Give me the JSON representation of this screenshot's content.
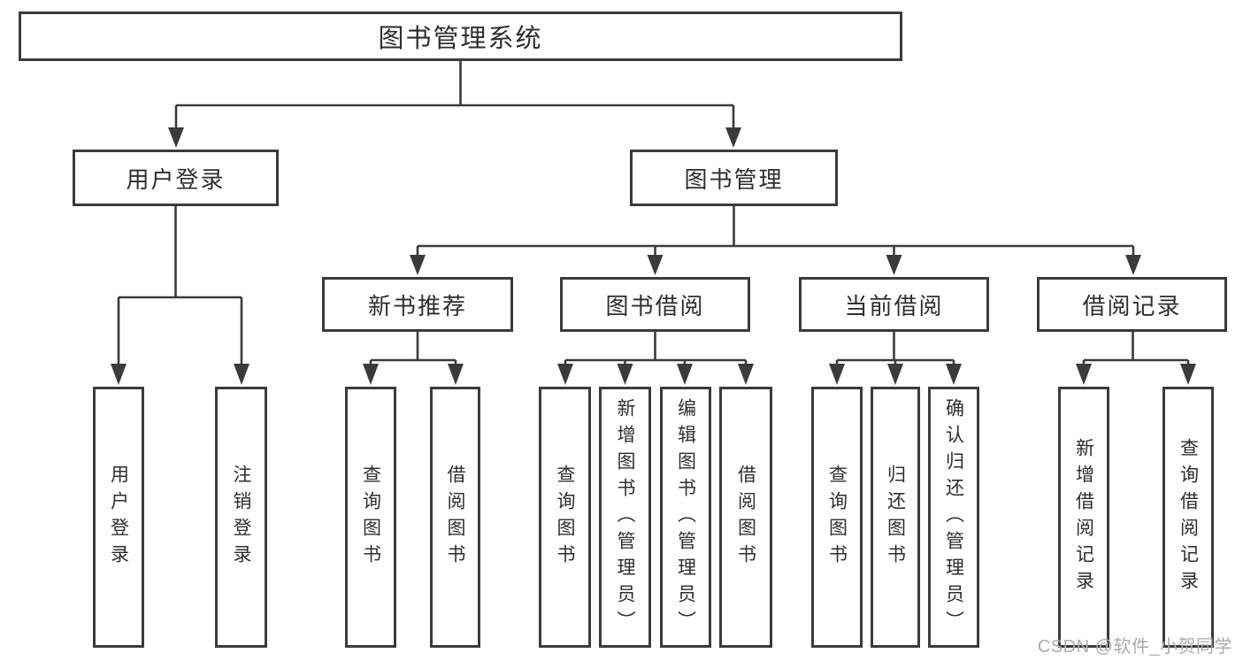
{
  "diagram_type": "hierarchy-tree",
  "colors": {
    "background": "#ffffff",
    "line": "#3b3b3b",
    "box_border": "#3b3b3b",
    "text": "#2e2e2e",
    "watermark": "#acacac"
  },
  "tree": {
    "label": "图书管理系统",
    "children": [
      {
        "label": "用户登录",
        "children": [
          {
            "label": "用户登录"
          },
          {
            "label": "注销登录"
          }
        ]
      },
      {
        "label": "图书管理",
        "children": [
          {
            "label": "新书推荐",
            "children": [
              {
                "label": "查询图书"
              },
              {
                "label": "借阅图书"
              }
            ]
          },
          {
            "label": "图书借阅",
            "children": [
              {
                "label": "查询图书"
              },
              {
                "label": "新增图书（管理员）"
              },
              {
                "label": "编辑图书（管理员）"
              },
              {
                "label": "借阅图书"
              }
            ]
          },
          {
            "label": "当前借阅",
            "children": [
              {
                "label": "查询图书"
              },
              {
                "label": "归还图书"
              },
              {
                "label": "确认归还（管理员）"
              }
            ]
          },
          {
            "label": "借阅记录",
            "children": [
              {
                "label": "新增借阅记录"
              },
              {
                "label": "查询借阅记录"
              }
            ]
          }
        ]
      }
    ]
  },
  "watermark": "CSDN @软件_小贺同学"
}
